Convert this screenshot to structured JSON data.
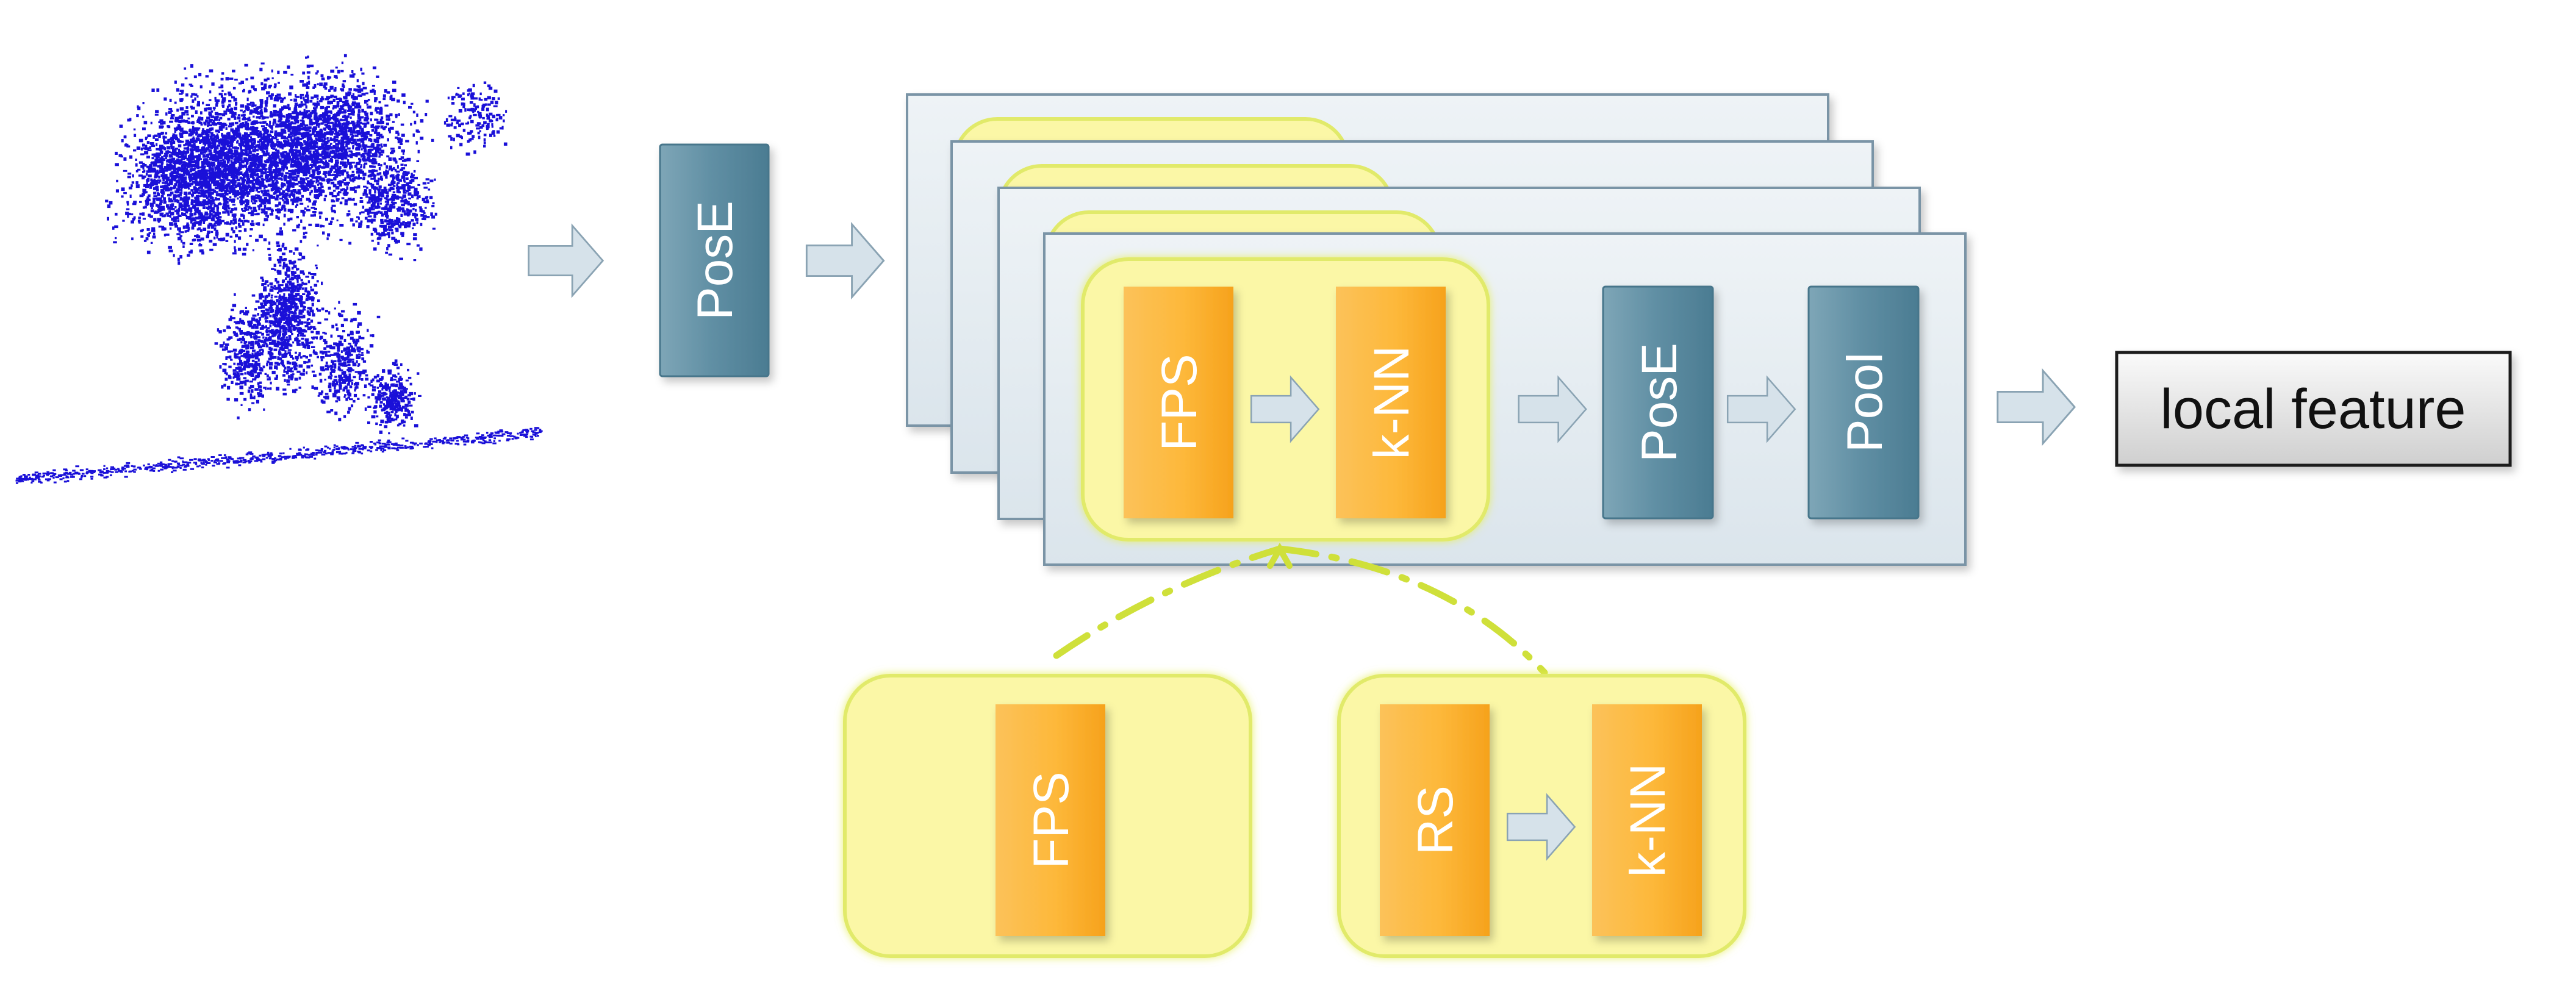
{
  "diagram": {
    "input": {
      "icon": "point-cloud"
    },
    "first_encoder": {
      "label": "PosE"
    },
    "grouping": {
      "fps_label": "FPS",
      "knn_label": "k-NN"
    },
    "stage": {
      "pose_label": "PosE",
      "pool_label": "Pool"
    },
    "output": {
      "label": "local feature"
    },
    "variants": {
      "fps_only": {
        "fps_label": "FPS"
      },
      "random_sampling": {
        "rs_label": "RS",
        "knn_label": "k-NN"
      }
    },
    "colors": {
      "stage_fill": "#e3eaf0",
      "stage_border": "#7a94a6",
      "group_fill": "#fbf7a6",
      "group_border": "#e1ea6a",
      "orange_block": "#fdb83a",
      "teal_block": "#5f8ea3",
      "arrow_fill": "#d6e2ea",
      "arrow_stroke": "#8aa3b3",
      "point_cloud": "#1a10d8",
      "dash": "#cfe03a"
    }
  }
}
